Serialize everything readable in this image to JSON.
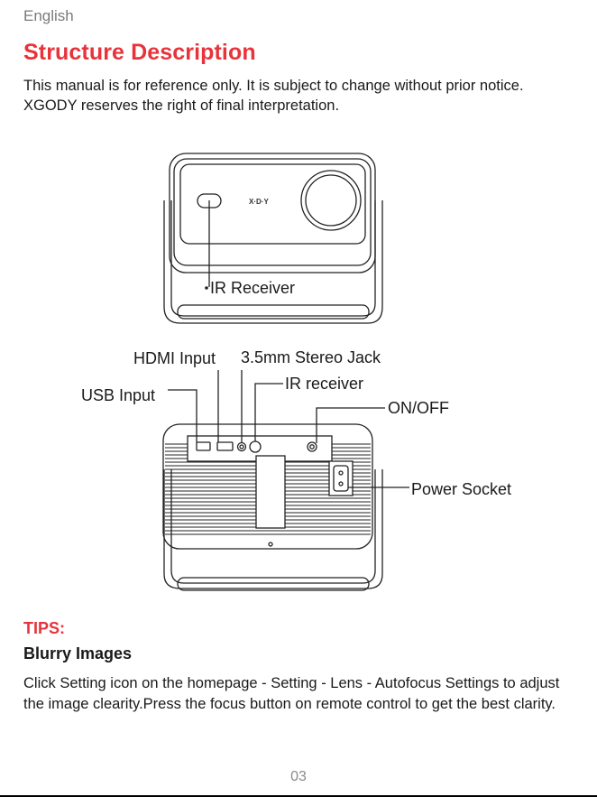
{
  "header": {
    "language": "English"
  },
  "section": {
    "title": "Structure Description",
    "intro": "This manual is for reference only. It is subject to change without prior notice. XGODY reserves the right of final interpretation."
  },
  "front_view": {
    "logo_text": "X·D·Y",
    "labels": {
      "ir_receiver": "IR Receiver"
    }
  },
  "back_view": {
    "labels": {
      "hdmi_input": "HDMI Input",
      "stereo_jack": "3.5mm Stereo Jack",
      "ir_receiver": "IR receiver",
      "usb_input": "USB Input",
      "on_off": "ON/OFF",
      "power_socket": "Power Socket"
    }
  },
  "tips": {
    "heading": "TIPS:",
    "subheading": "Blurry Images",
    "text": "Click Setting icon on the homepage - Setting - Lens - Autofocus Settings to adjust the image clearity.Press the focus button on remote control to get the best clarity."
  },
  "footer": {
    "page_number": "03"
  }
}
